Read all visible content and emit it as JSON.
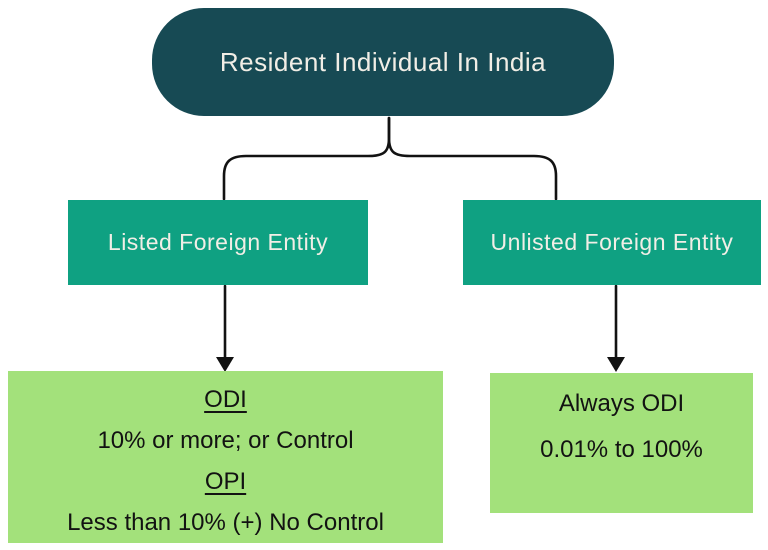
{
  "colors": {
    "canvas_bg": "#ffffff",
    "root_fill": "#174a54",
    "branch_fill": "#0fa182",
    "outcome_fill": "#a3e17b",
    "light_text": "#f1eee6",
    "dark_text": "#121212",
    "line": "#121212"
  },
  "root": {
    "label": "Resident Individual In India"
  },
  "branches": [
    {
      "label": "Listed Foreign Entity"
    },
    {
      "label": "Unlisted Foreign Entity"
    }
  ],
  "outcomes": [
    {
      "lines": [
        "ODI",
        "10% or more; or Control",
        "OPI",
        "Less than 10% (+) No Control"
      ],
      "underlined_lines": [
        "ODI",
        "OPI"
      ]
    },
    {
      "lines": [
        "Always ODI",
        "0.01% to 100%"
      ],
      "underlined_lines": []
    }
  ]
}
